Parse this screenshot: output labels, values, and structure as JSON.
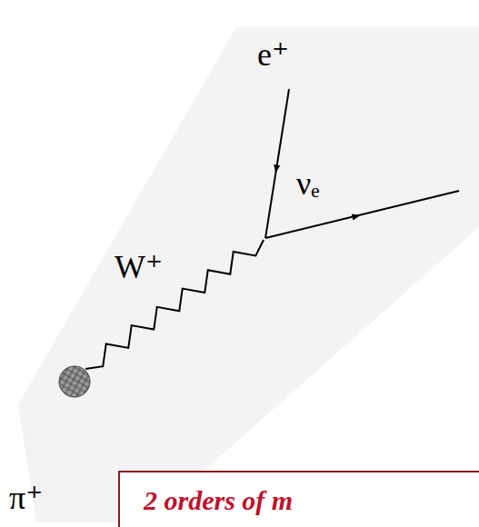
{
  "diagram": {
    "nodes": [
      {
        "text": [
          "2 orders of m"
        ]
      }
    ],
    "labels": [
      "e⁺",
      "νₑ",
      "W⁺",
      "π⁺"
    ]
  }
}
